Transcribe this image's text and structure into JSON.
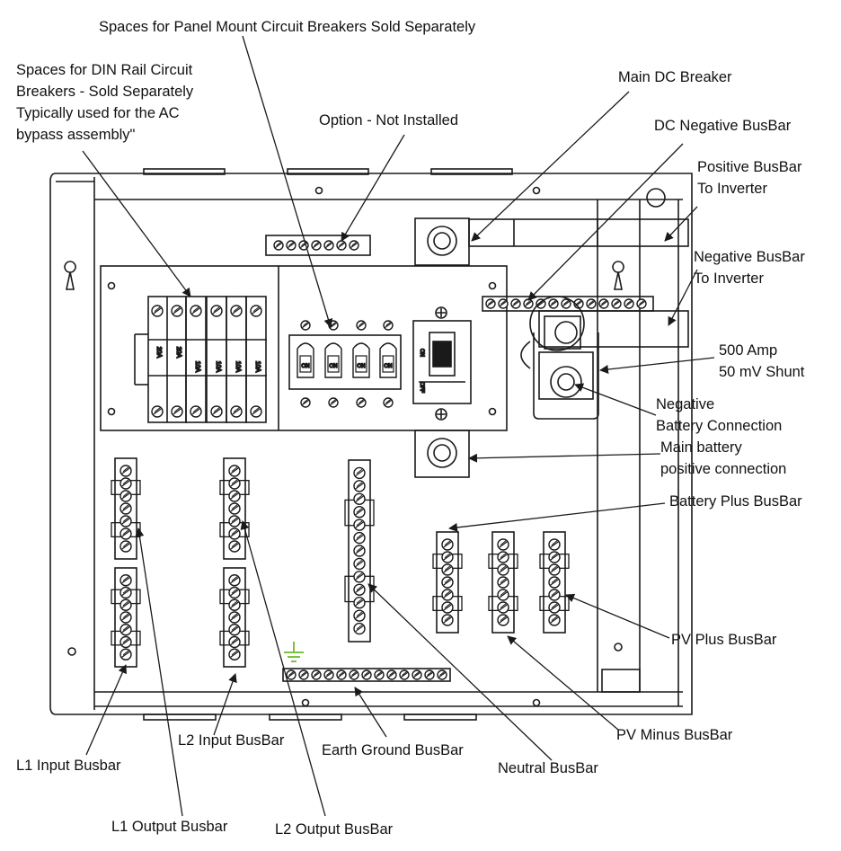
{
  "colors": {
    "ink": "#1a1a1a",
    "fill": "#ffffff",
    "ground_symbol": "#7cc242"
  },
  "labels": {
    "panel_mount_breakers": "Spaces for Panel Mount Circuit Breakers Sold Separately",
    "din_rail_breakers": "Spaces for DIN Rail Circuit\nBreakers - Sold Separately\nTypically used for the AC\nbypass assembly\"",
    "option_not_installed": "Option - Not Installed",
    "main_dc_breaker": "Main DC Breaker",
    "dc_negative_busbar": "DC Negative BusBar",
    "positive_busbar_inverter": "Positive BusBar\nTo Inverter",
    "negative_busbar_inverter": "Negative BusBar\nTo Inverter",
    "shunt": "500 Amp\n50 mV Shunt",
    "negative_battery_connection": "Negative\nBattery Connection",
    "main_battery_positive": "Main battery\npositive connection",
    "battery_plus_busbar": "Battery Plus BusBar",
    "pv_plus_busbar": "PV Plus BusBar",
    "pv_minus_busbar": "PV Minus BusBar",
    "neutral_busbar": "Neutral BusBar",
    "earth_ground_busbar": "Earth Ground BusBar",
    "l2_input_busbar": "L2 Input BusBar",
    "l1_input_busbar": "L1 Input Busbar",
    "l1_output_busbar": "L1 Output Busbar",
    "l2_output_busbar": "L2 Output BusBar"
  },
  "breaker_marks": {
    "din_small": "10A",
    "din_large": "20A",
    "panel_on": "ON",
    "main_on": "ON",
    "main_off": "OFF"
  }
}
